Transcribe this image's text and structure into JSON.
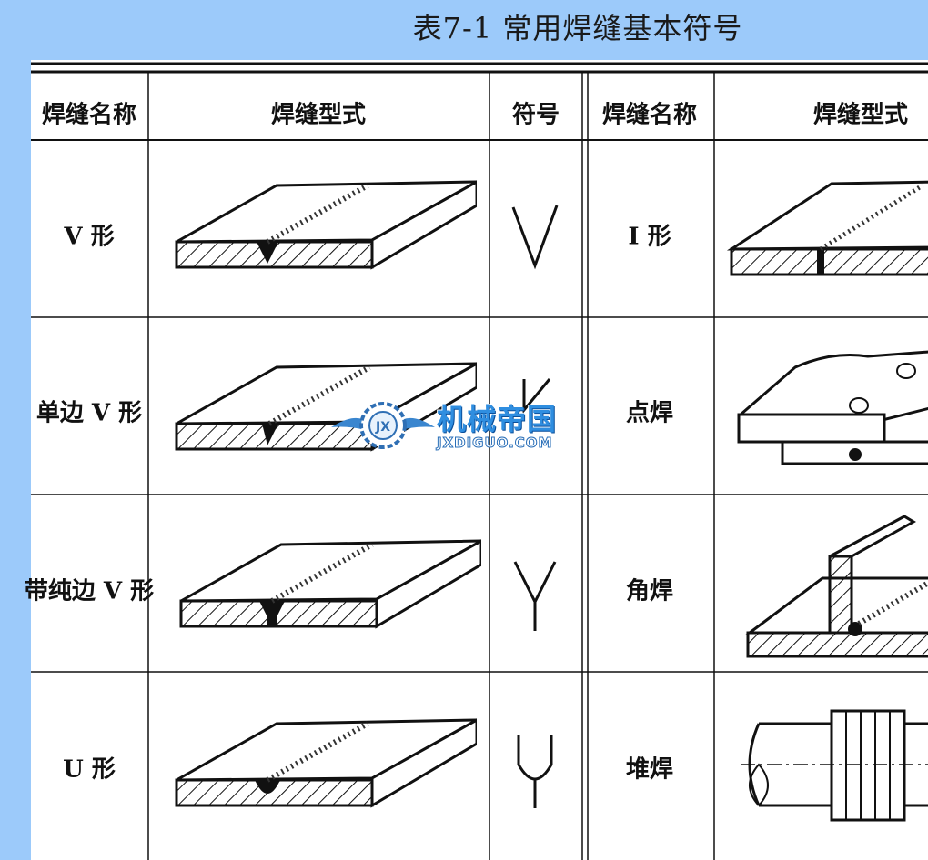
{
  "title": "表7-1  常用焊缝基本符号",
  "headers": {
    "left_name": "焊缝名称",
    "left_form": "焊缝型式",
    "symbol": "符号",
    "right_name": "焊缝名称",
    "right_form": "焊缝型式"
  },
  "left_rows": [
    {
      "name": "V 形",
      "illustration": "v-groove-weld",
      "symbol": "V"
    },
    {
      "name": "单边 V 形",
      "illustration": "single-bevel-weld",
      "symbol": "single-bevel"
    },
    {
      "name": "带纯边 V 形",
      "illustration": "v-groove-root-face-weld",
      "symbol": "Y"
    },
    {
      "name": "U 形",
      "illustration": "u-groove-weld",
      "symbol": "U"
    }
  ],
  "right_rows": [
    {
      "name": "I 形",
      "illustration": "square-butt-weld"
    },
    {
      "name": "点焊",
      "illustration": "spot-weld"
    },
    {
      "name": "角焊",
      "illustration": "fillet-weld"
    },
    {
      "name": "堆焊",
      "illustration": "surfacing-weld"
    }
  ],
  "watermark": {
    "cn": "机械帝国",
    "en": "JXDIGUO.COM",
    "logo_text": "JX"
  },
  "colors": {
    "background": "#9ccafa",
    "line": "#111111",
    "watermark": "#2f8ee0"
  }
}
